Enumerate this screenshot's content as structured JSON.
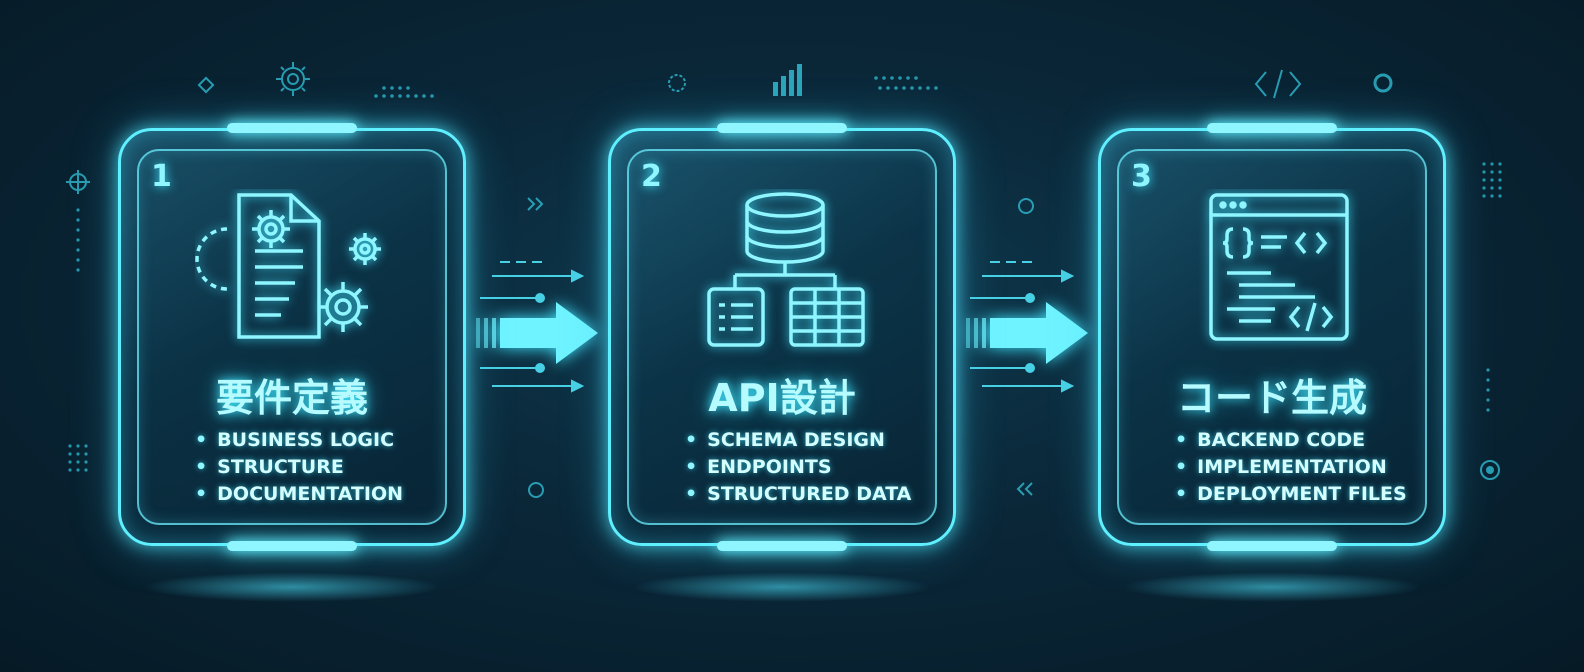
{
  "steps": [
    {
      "number": "1",
      "title": "要件定義",
      "icon": "document-gears-icon",
      "bullets": [
        "BUSINESS LOGIC",
        "STRUCTURE",
        "DOCUMENTATION"
      ]
    },
    {
      "number": "2",
      "title": "API設計",
      "icon": "database-tables-icon",
      "bullets": [
        "SCHEMA DESIGN",
        "ENDPOINTS",
        "STRUCTURED DATA"
      ]
    },
    {
      "number": "3",
      "title": "コード生成",
      "icon": "code-window-icon",
      "bullets": [
        "BACKEND CODE",
        "IMPLEMENTATION",
        "DEPLOYMENT FILES"
      ]
    }
  ],
  "colors": {
    "accent": "#5ff0ff",
    "glow": "#3fe6ff",
    "background": "#0a2738"
  }
}
